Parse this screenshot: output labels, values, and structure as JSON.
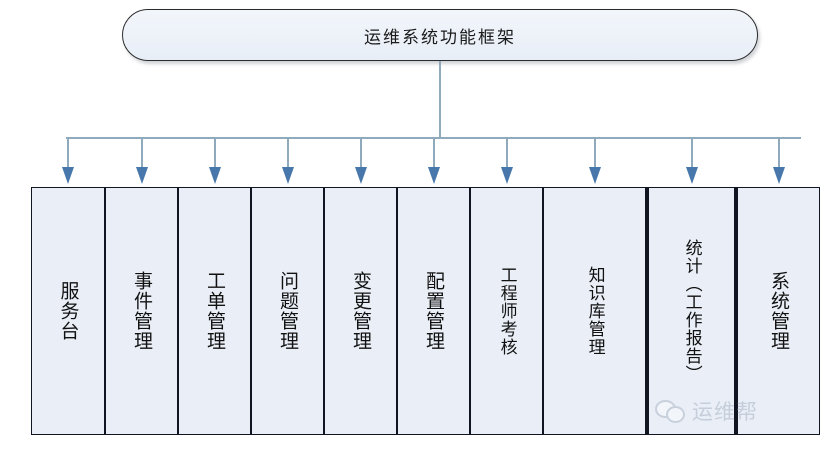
{
  "diagram": {
    "type": "org-tree",
    "root": {
      "label": "运维系统功能框架"
    },
    "leaves": [
      {
        "label": "服务台",
        "emphasis": false
      },
      {
        "label": "事件管理",
        "emphasis": false
      },
      {
        "label": "工单管理",
        "emphasis": false
      },
      {
        "label": "问题管理",
        "emphasis": false
      },
      {
        "label": "变更管理",
        "emphasis": false
      },
      {
        "label": "配置管理",
        "emphasis": false
      },
      {
        "label": "工程师考核",
        "emphasis": false
      },
      {
        "label": "知识库管理",
        "emphasis": false
      },
      {
        "label": "统计（工作报告）",
        "emphasis": true
      },
      {
        "label": "系统管理",
        "emphasis": false
      }
    ],
    "connector": {
      "count": 10,
      "style": "elbow-down-arrow"
    }
  },
  "watermark": {
    "text": "运维帮",
    "icon": "wechat-icon"
  },
  "colors": {
    "box_fill": "#eaeff7",
    "box_border": "#111522",
    "title_border": "#2b2b2b",
    "connector": "#8faabd",
    "arrow_head": "#4878ab",
    "watermark": "#97a3b5",
    "page_background": "#ffffff"
  }
}
